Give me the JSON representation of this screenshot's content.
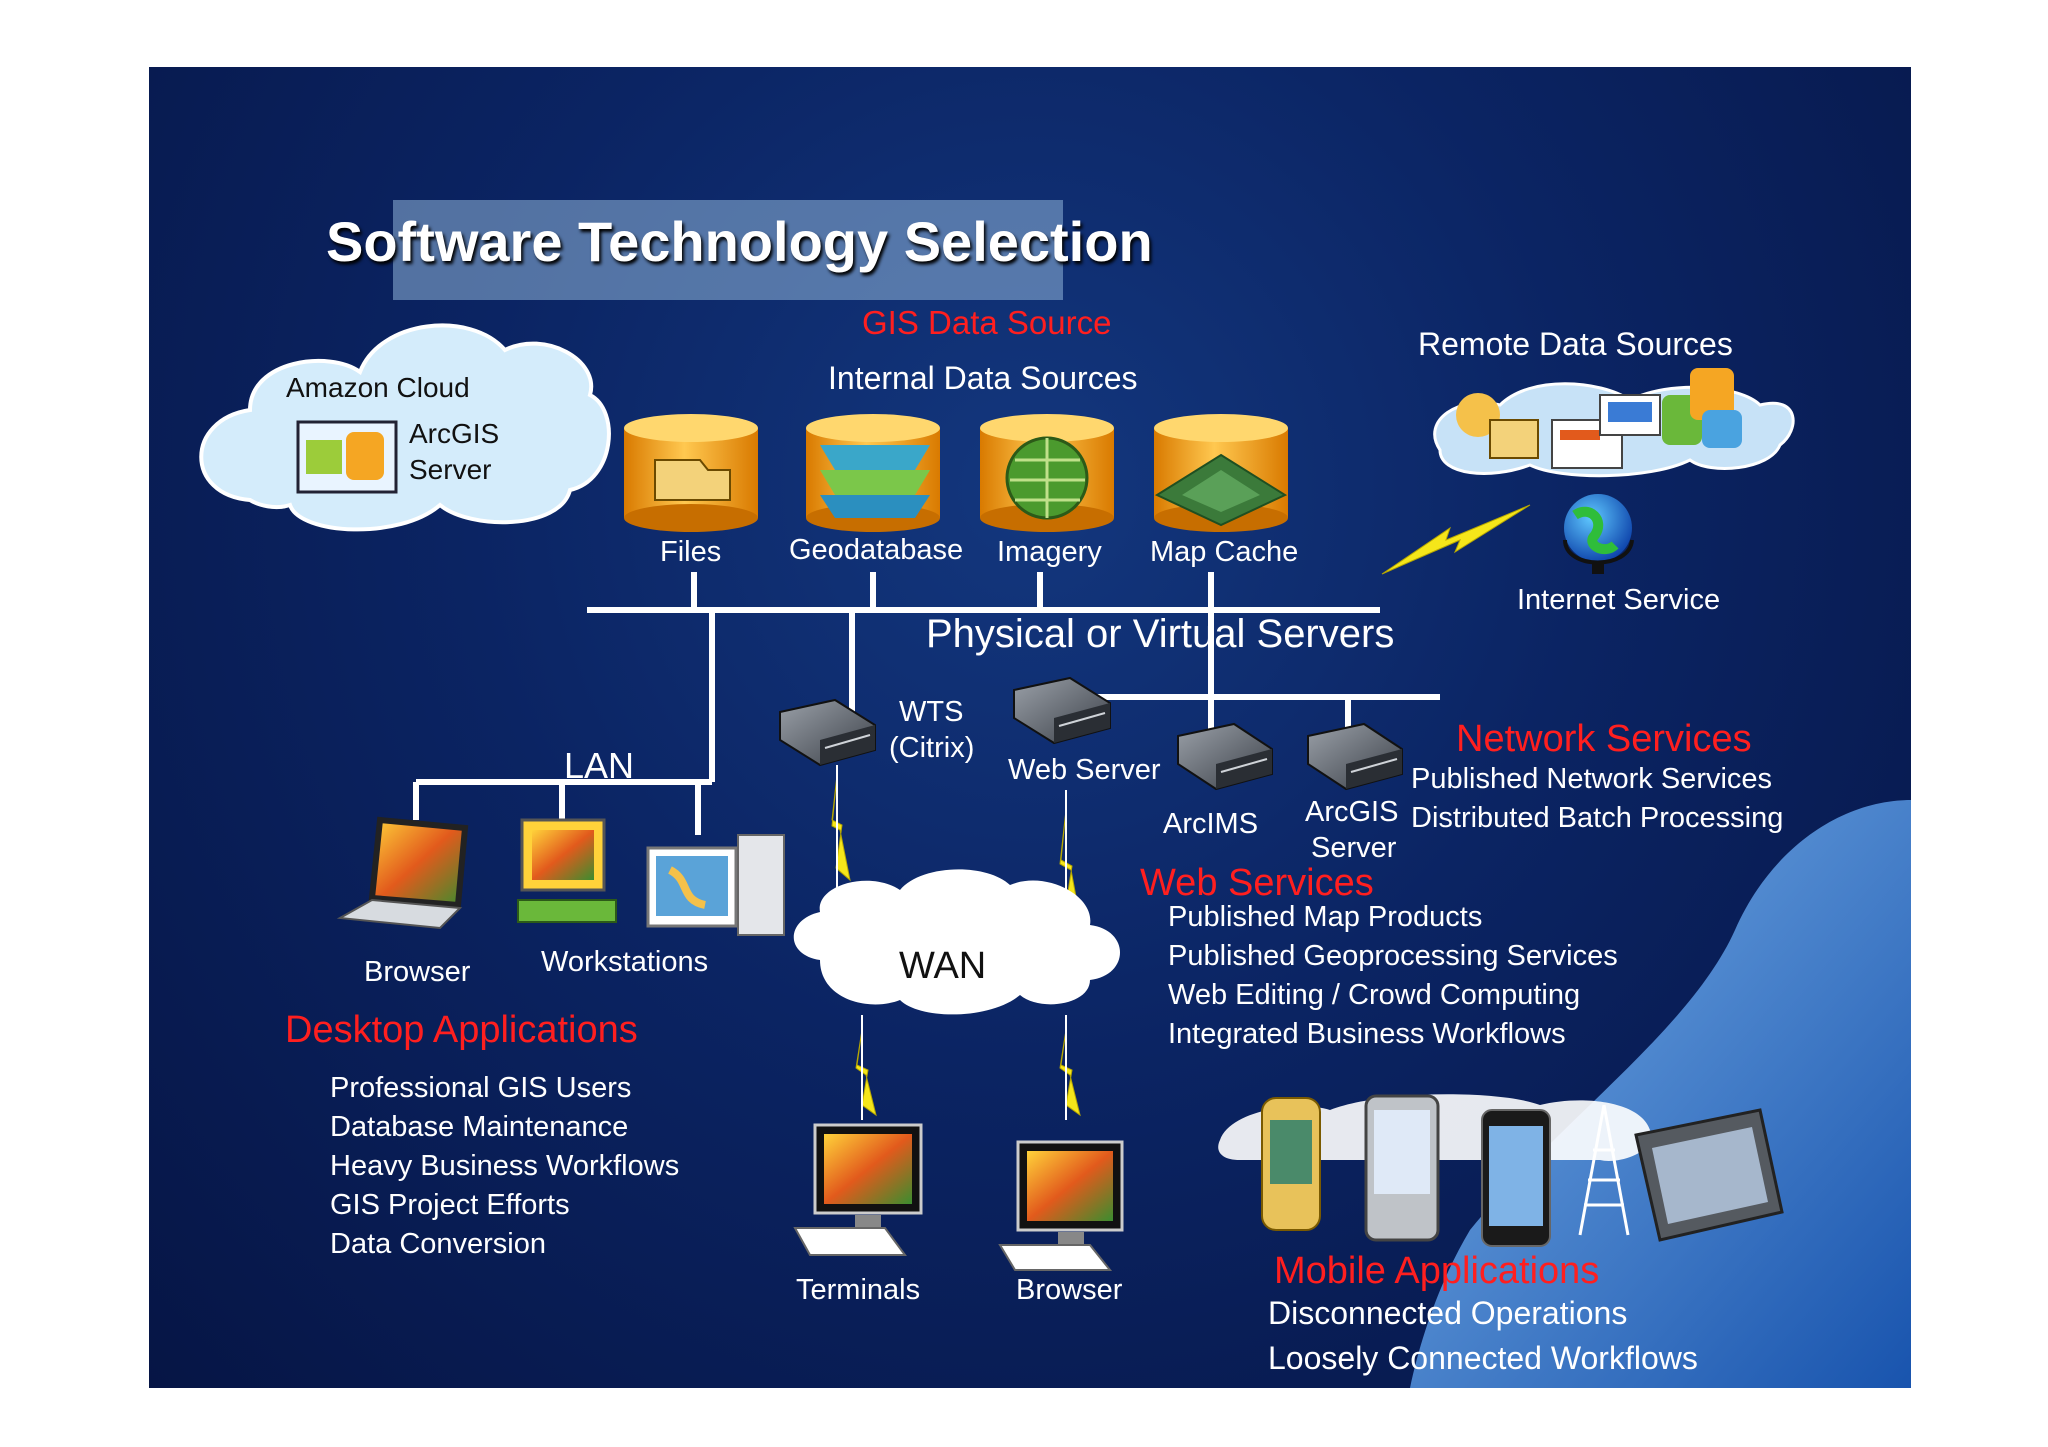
{
  "title": "Software Technology Selection",
  "gis_data_source": "GIS Data Source",
  "internal_data_sources": "Internal Data Sources",
  "remote_data_sources": "Remote Data Sources",
  "amazon_cloud": {
    "label": "Amazon Cloud",
    "server_line1": "ArcGIS",
    "server_line2": "Server"
  },
  "data_stores": {
    "files": "Files",
    "geodatabase": "Geodatabase",
    "imagery": "Imagery",
    "map_cache": "Map Cache"
  },
  "internet_service": "Internet Service",
  "physical_servers": "Physical or Virtual Servers",
  "lan": "LAN",
  "wan": "WAN",
  "servers": {
    "wts_line1": "WTS",
    "wts_line2": "(Citrix)",
    "web_server": "Web Server",
    "arcims": "ArcIMS",
    "arcgis_line1": "ArcGIS",
    "arcgis_line2": "Server"
  },
  "desktop": {
    "browser": "Browser",
    "workstations": "Workstations",
    "heading": "Desktop Applications",
    "items": [
      "Professional GIS Users",
      "Database Maintenance",
      "Heavy Business Workflows",
      "GIS Project Efforts",
      "Data Conversion"
    ]
  },
  "network_services": {
    "heading": "Network Services",
    "items": [
      "Published Network Services",
      "Distributed Batch Processing"
    ]
  },
  "web_services": {
    "heading": "Web Services",
    "items": [
      "Published Map Products",
      "Published Geoprocessing Services",
      "Web Editing / Crowd Computing",
      "Integrated Business Workflows"
    ]
  },
  "remote_clients": {
    "terminals": "Terminals",
    "browser": "Browser"
  },
  "mobile": {
    "heading": "Mobile Applications",
    "items": [
      "Disconnected Operations",
      "Loosely Connected Workflows"
    ]
  },
  "colors": {
    "background": "#0b2463",
    "heading_red": "#ff1f1f",
    "line_white": "#ffffff",
    "cylinder_orange": "#f5a623",
    "lightning": "#f5e61a"
  }
}
